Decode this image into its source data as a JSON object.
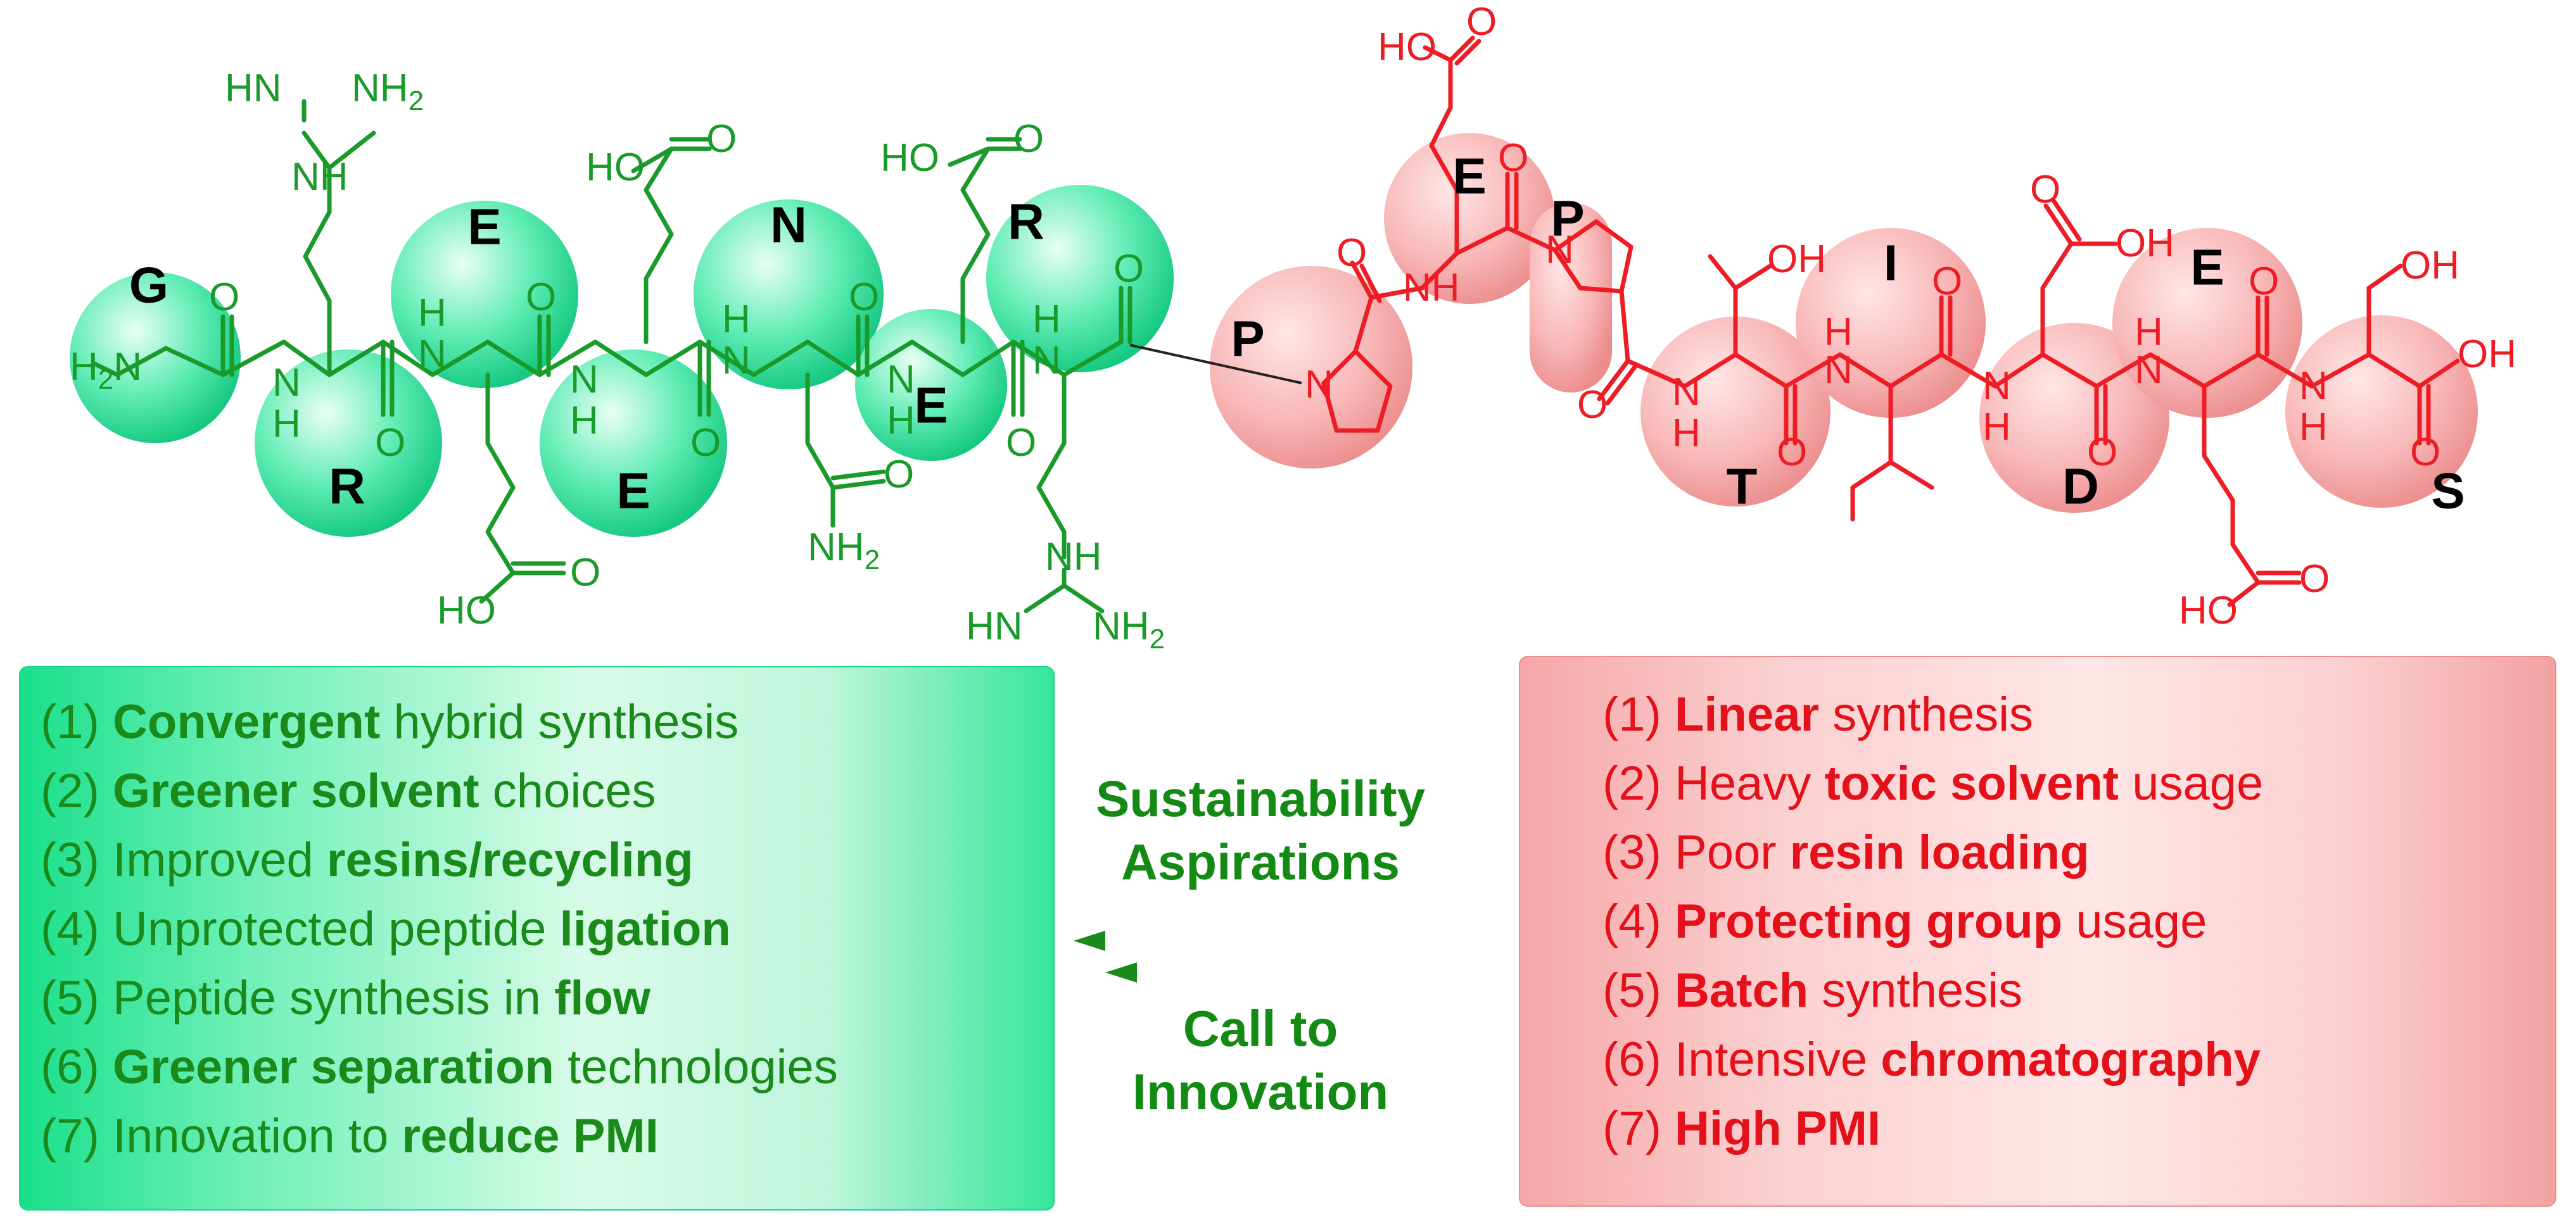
{
  "colors": {
    "green_structure": "#1a9a2a",
    "red_structure": "#ee1c24",
    "green_sphere": "#27e59c",
    "red_sphere": "#f5a3a3",
    "green_text": "#1a8a1a",
    "red_text": "#e4101a"
  },
  "green_peptide": {
    "residues": [
      "G",
      "R",
      "E",
      "E",
      "N",
      "E",
      "R"
    ],
    "labels": {
      "h2n": "H2N",
      "hn_guan_top": "HN",
      "nh2_guan_top": "NH2",
      "nh_guan_top": "NH",
      "ho_e1": "HO",
      "ho_e2": "HO",
      "ho_e3": "HO",
      "nh2_n": "NH2",
      "nh_guan_bottom": "NH",
      "hn_guan_bottom": "HN",
      "nh2_guan_bottom": "NH2",
      "amide_h": "H",
      "amide_n": "N",
      "o": "O"
    }
  },
  "red_peptide": {
    "residues": [
      "P",
      "E",
      "P",
      "T",
      "I",
      "D",
      "E",
      "S"
    ],
    "labels": {
      "ho": "HO",
      "oh": "OH",
      "nh": "NH",
      "n": "N",
      "h": "H",
      "o": "O"
    }
  },
  "green_box": {
    "items": [
      {
        "num": "(1) ",
        "before": "",
        "bold": "Convergent",
        "after": " hybrid synthesis"
      },
      {
        "num": "(2) ",
        "before": "",
        "bold": "Greener solvent",
        "after": " choices"
      },
      {
        "num": "(3) ",
        "before": "Improved ",
        "bold": "resins/recycling",
        "after": ""
      },
      {
        "num": "(4) ",
        "before": "Unprotected peptide ",
        "bold": "ligation",
        "after": ""
      },
      {
        "num": "(5) ",
        "before": "Peptide synthesis in ",
        "bold": "flow",
        "after": ""
      },
      {
        "num": "(6) ",
        "before": "",
        "bold": "Greener separation",
        "after": " technologies"
      },
      {
        "num": "(7) ",
        "before": "Innovation to ",
        "bold": "reduce PMI",
        "after": ""
      }
    ]
  },
  "red_box": {
    "items": [
      {
        "num": "(1) ",
        "before": "",
        "bold": "Linear",
        "after": " synthesis"
      },
      {
        "num": "(2) ",
        "before": "Heavy ",
        "bold": "toxic solvent",
        "after": " usage"
      },
      {
        "num": "(3) ",
        "before": "Poor ",
        "bold": "resin loading",
        "after": ""
      },
      {
        "num": "(4) ",
        "before": "",
        "bold": "Protecting group",
        "after": " usage"
      },
      {
        "num": "(5) ",
        "before": "",
        "bold": "Batch",
        "after": " synthesis"
      },
      {
        "num": "(6) ",
        "before": "Intensive ",
        "bold": "chromatography",
        "after": ""
      },
      {
        "num": "(7) ",
        "before": "",
        "bold": "High PMI",
        "after": ""
      }
    ]
  },
  "middle": {
    "aspirations_line1": "Sustainability",
    "aspirations_line2": "Aspirations",
    "innovation_line1": "Call to",
    "innovation_line2": "Innovation"
  }
}
